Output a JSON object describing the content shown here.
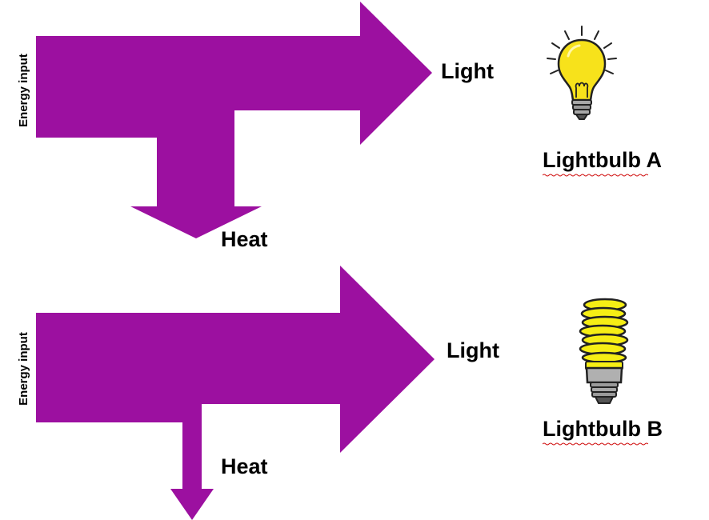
{
  "colors": {
    "arrow": "#9c10a0",
    "bulb_glow": "#f7e21b",
    "spiral": "#f6ee15",
    "base": "#9a9a9a",
    "spellcheck": "#d01010"
  },
  "diagram_a": {
    "energy_input_label": "Energy input",
    "light_label": "Light",
    "heat_label": "Heat",
    "bulb_label": "Lightbulb A",
    "bulb_icon": "incandescent-bulb-icon"
  },
  "diagram_b": {
    "energy_input_label": "Energy input",
    "light_label": "Light",
    "heat_label": "Heat",
    "bulb_label": "Lightbulb B",
    "bulb_icon": "cfl-spiral-bulb-icon"
  }
}
